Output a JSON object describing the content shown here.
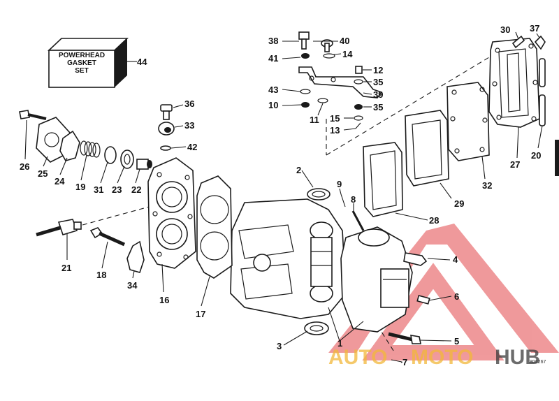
{
  "gasket_set": {
    "lines": [
      "POWERHEAD",
      "GASKET",
      "SET"
    ],
    "callout": "44"
  },
  "callouts": [
    "1",
    "2",
    "3",
    "4",
    "5",
    "6",
    "7",
    "8",
    "9",
    "10",
    "11",
    "12",
    "13",
    "14",
    "15",
    "16",
    "17",
    "18",
    "19",
    "20",
    "21",
    "22",
    "23",
    "24",
    "25",
    "26",
    "27",
    "28",
    "29",
    "30",
    "31",
    "32",
    "33",
    "34",
    "35",
    "35",
    "36",
    "37",
    "38",
    "39",
    "40",
    "41",
    "42",
    "43"
  ],
  "watermark": {
    "auto": "AUTO",
    "moto": "MOTO",
    "hub": "HUB",
    "accent": "#f2b83a",
    "logo_color": "#e3474a"
  },
  "drawing_code": "802267"
}
